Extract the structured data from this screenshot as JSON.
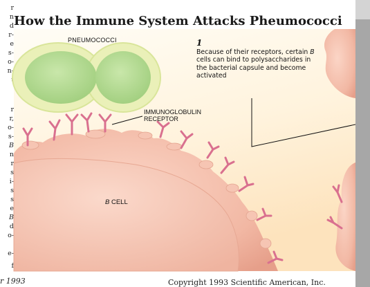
{
  "article": {
    "title": "How the Immune System Attacks Pheumococci",
    "prev_column_fragments": [
      "r",
      "n",
      "d",
      "r-",
      "e",
      "s-",
      "o-",
      "n-",
      "t",
      "r",
      "r,",
      "o-",
      "s-",
      "B",
      "n",
      "r",
      "s",
      "i-",
      "s",
      "s",
      "e",
      "B",
      "d",
      "o-",
      "e-",
      "f"
    ]
  },
  "figure": {
    "labels": {
      "pneumococci": "PNEUMOCOCCI",
      "immunoglobulin_receptor": [
        "IMMUNOGLOBULIN",
        "RECEPTOR"
      ],
      "b_cell_italic": "B",
      "b_cell_rest": " CELL"
    },
    "step": {
      "number": "1",
      "caption_before": "Because of their receptors, certain ",
      "caption_italic": "B",
      "caption_after": " cells can bind to polysaccharides in the bacterial capsule and become activated"
    },
    "colors": {
      "capsule": "#eaf0b8",
      "bacterium": "#b5db93",
      "b_cell": "#f2b8a4",
      "receptor": "#d9708f",
      "background_peach": "#fde9c8",
      "scrollbar": "#a7a7a7"
    }
  },
  "footer": {
    "left_text": "r 1993",
    "right_text": "Copyright 1993 Scientific American, Inc."
  }
}
